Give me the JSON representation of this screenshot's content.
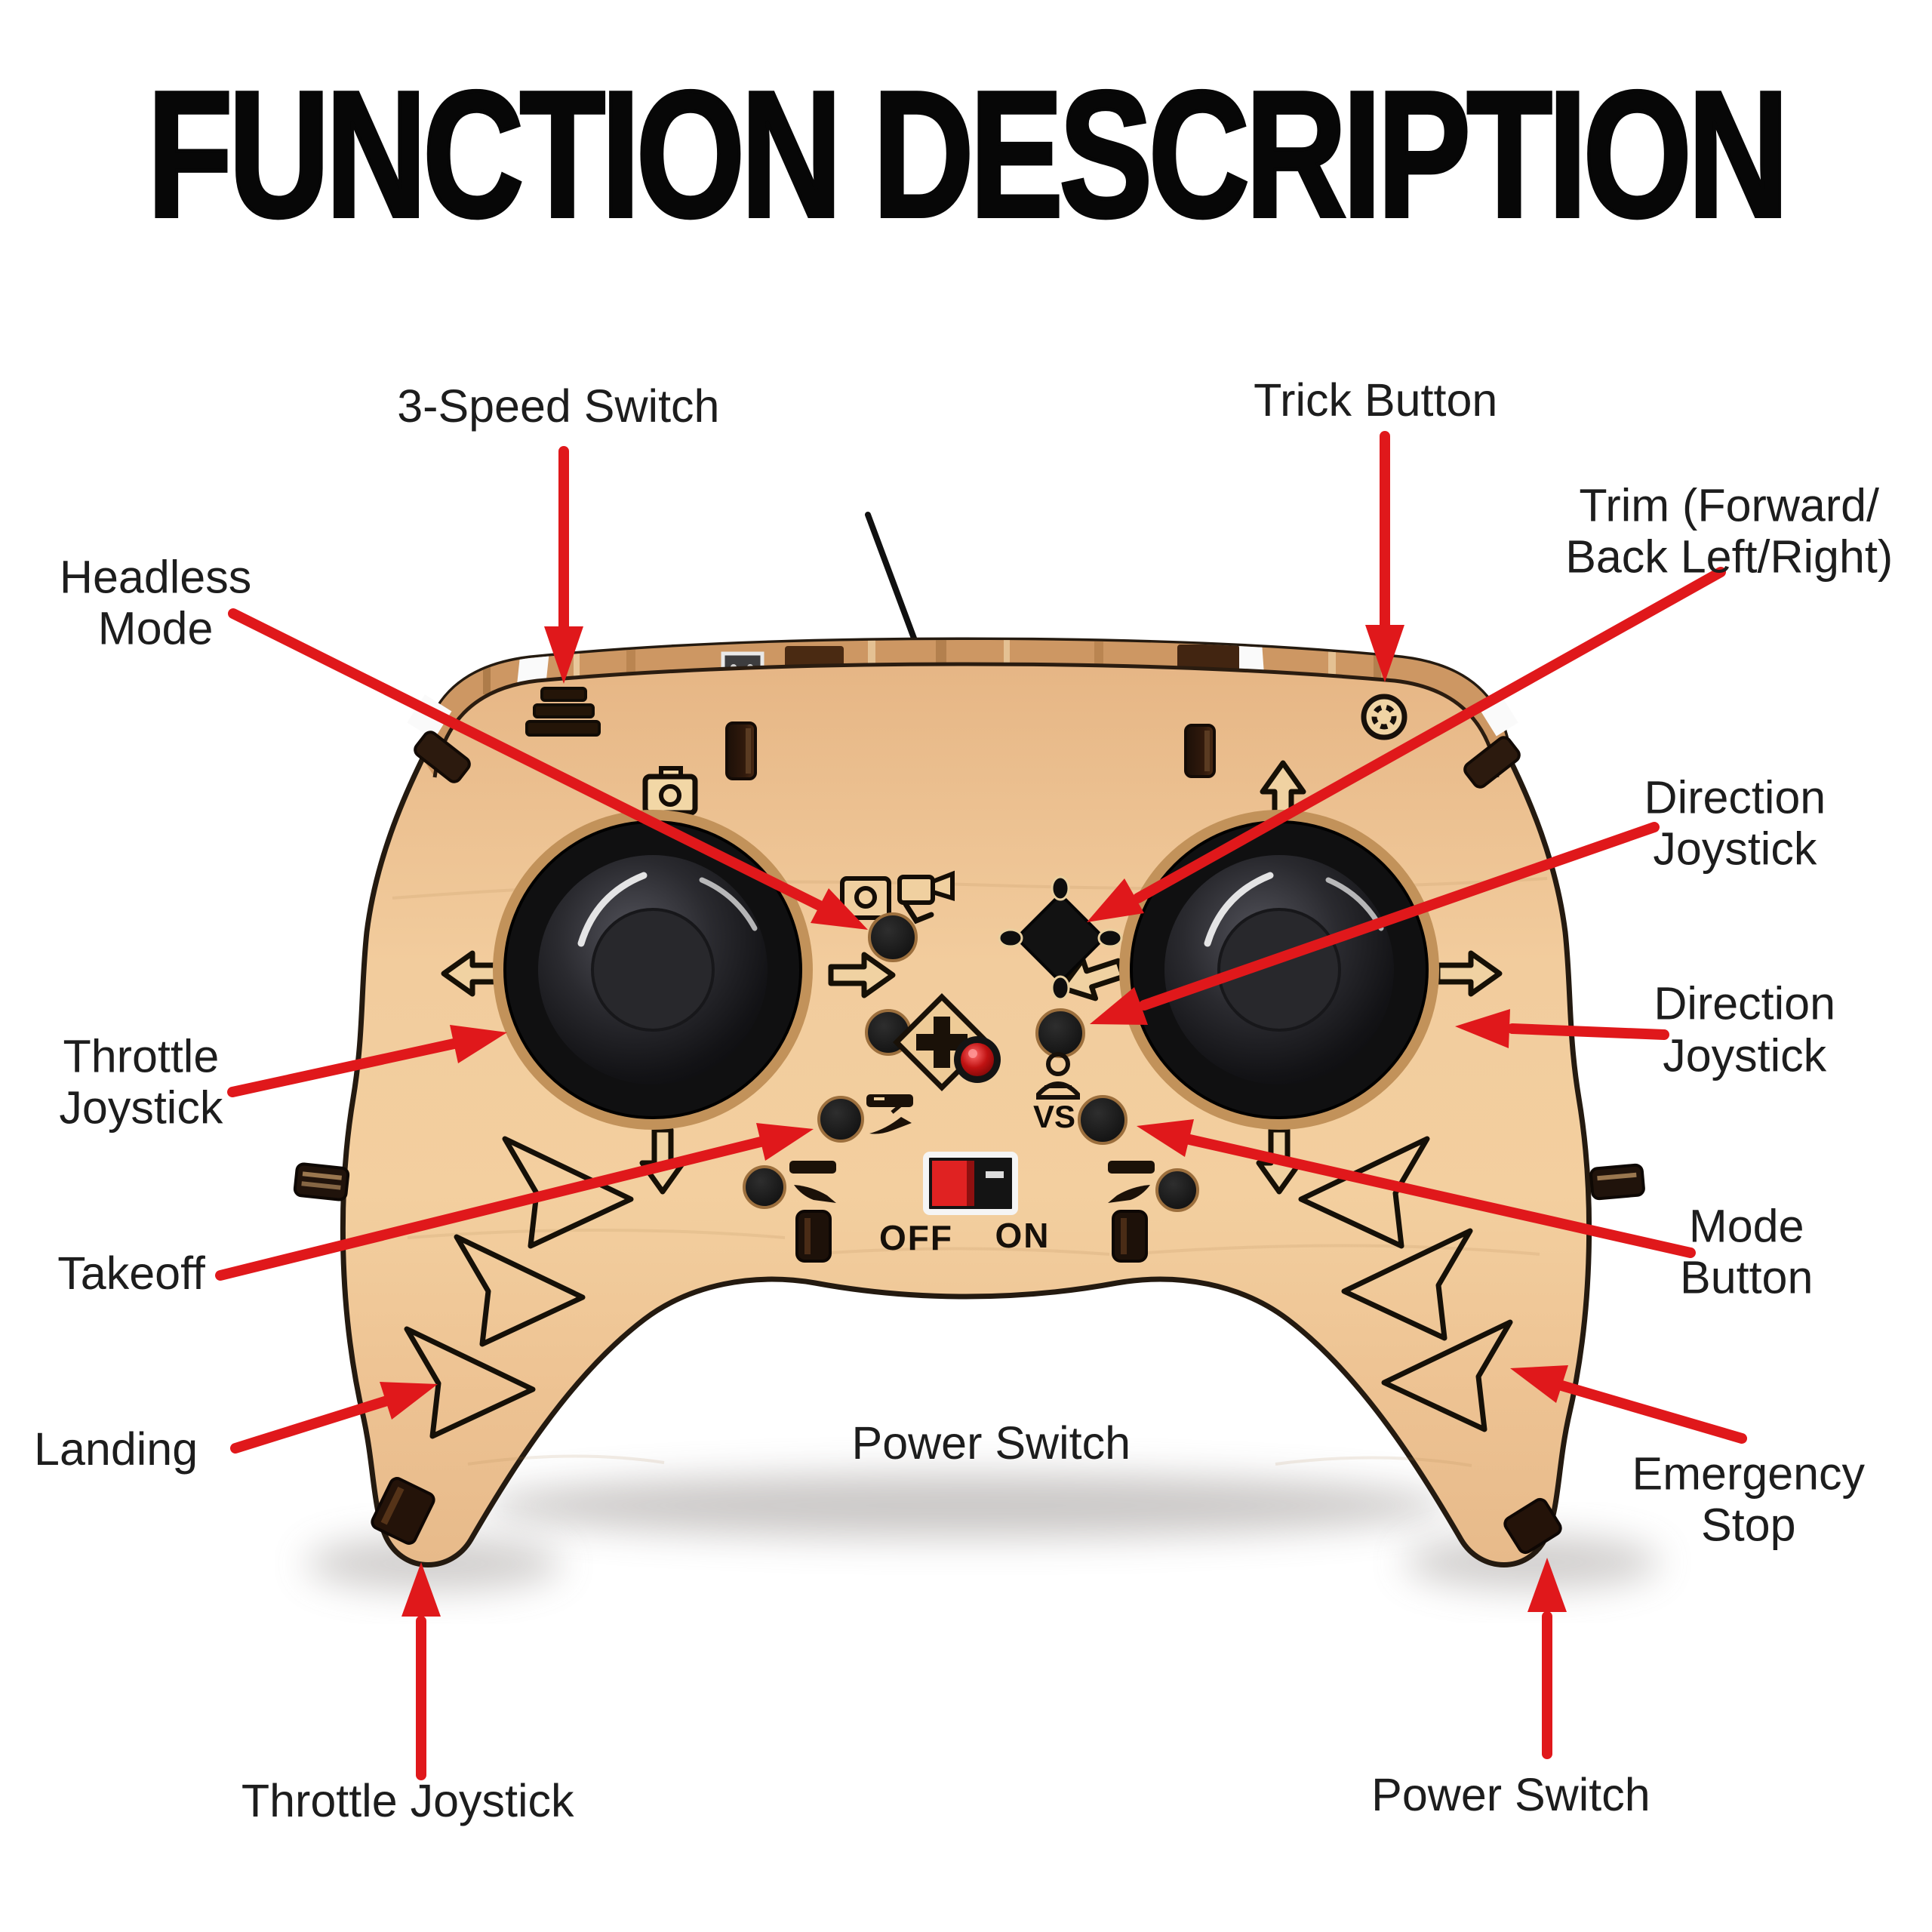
{
  "title": "FUNCTION DESCRIPTION",
  "annotations": {
    "three_speed": {
      "label": "3-Speed Switch"
    },
    "trick": {
      "label": "Trick Button"
    },
    "trim": {
      "line1": "Trim (Forward/",
      "line2": "Back Left/Right)"
    },
    "headless": {
      "line1": "Headless",
      "line2": "Mode"
    },
    "direction_top": {
      "line1": "Direction",
      "line2": "Joystick"
    },
    "direction_bottom": {
      "line1": "Direction",
      "line2": "Joystick"
    },
    "throttle_left": {
      "line1": "Throttle",
      "line2": "Joystick"
    },
    "takeoff": {
      "label": "Takeoff"
    },
    "mode": {
      "line1": "Mode",
      "line2": "Button"
    },
    "landing": {
      "label": "Landing"
    },
    "power_center": {
      "label": "Power Switch"
    },
    "emergency": {
      "line1": "Emergency",
      "line2": "Stop"
    },
    "throttle_bottom": {
      "label": "Throttle Joystick"
    },
    "power_bottom": {
      "label": "Power Switch"
    }
  },
  "controller": {
    "off_label": "OFF",
    "on_label": "ON",
    "vs_label": "VS",
    "icons": [
      "3-speed-switch-icon",
      "trick-knob-icon",
      "camera-icon",
      "photo-video-icon",
      "trim-pad-icon",
      "cross-pad-icon",
      "led-indicator",
      "person-icon",
      "takeoff-icon",
      "landing-icon",
      "arrow-up-icon",
      "arrow-down-icon",
      "arrow-left-icon",
      "arrow-right-icon",
      "wing-chevron",
      "antenna-wire"
    ]
  },
  "colors": {
    "annotation_red": "#e0181b",
    "wood_face": "#f0c795",
    "wood_edge": "#cd9763",
    "outline": "#241a10",
    "label_text": "#1d1d1d",
    "joystick_black": "#141417",
    "led_red": "#c41616",
    "power_switch_red": "#e02222"
  }
}
